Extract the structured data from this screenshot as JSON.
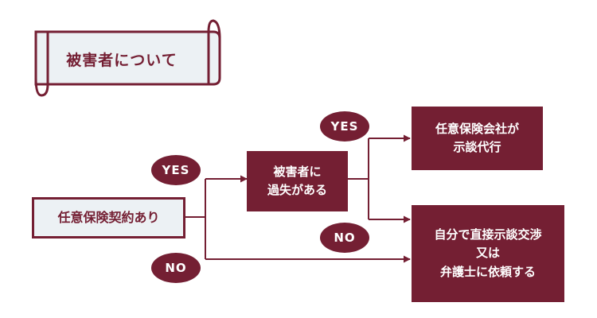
{
  "colors": {
    "accent": "#741f33",
    "light_fill": "#ecf1f4",
    "text_on_dark": "#ffffff"
  },
  "header": {
    "title": "被害者について"
  },
  "nodes": {
    "start": {
      "lines": [
        "任意保険契約あり"
      ]
    },
    "fault_question": {
      "lines": [
        "被害者に",
        "過失がある"
      ]
    },
    "insurance_negotiates": {
      "lines": [
        "任意保険会社が",
        "示談代行"
      ]
    },
    "self_or_lawyer": {
      "lines": [
        "自分で直接示談交渉",
        "又は",
        "弁護士に依頼する"
      ]
    }
  },
  "branches": {
    "start_yes": "YES",
    "start_no": "NO",
    "fault_yes": "YES",
    "fault_no": "NO"
  }
}
